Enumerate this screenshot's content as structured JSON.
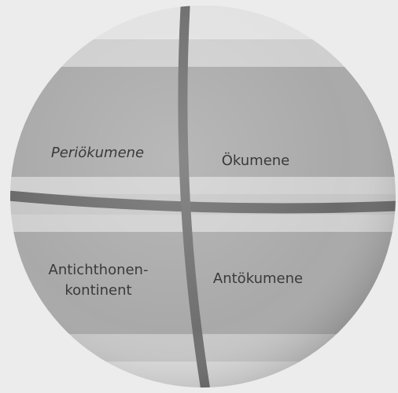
{
  "regions": {
    "top_left": "Periökumene",
    "top_right": "Ökumene",
    "bottom_left_line1": "Antichthonen-",
    "bottom_left_line2": "kontinent",
    "bottom_right": "Antökumene"
  },
  "colors": {
    "background": "#ececec",
    "band_light": "#d3d3d3",
    "band_mid": "#b3b3b3",
    "band_dark": "#929292",
    "meridian": "#6f6f6f",
    "equator": "#6a6a6a",
    "text": "#3a3a3a"
  }
}
